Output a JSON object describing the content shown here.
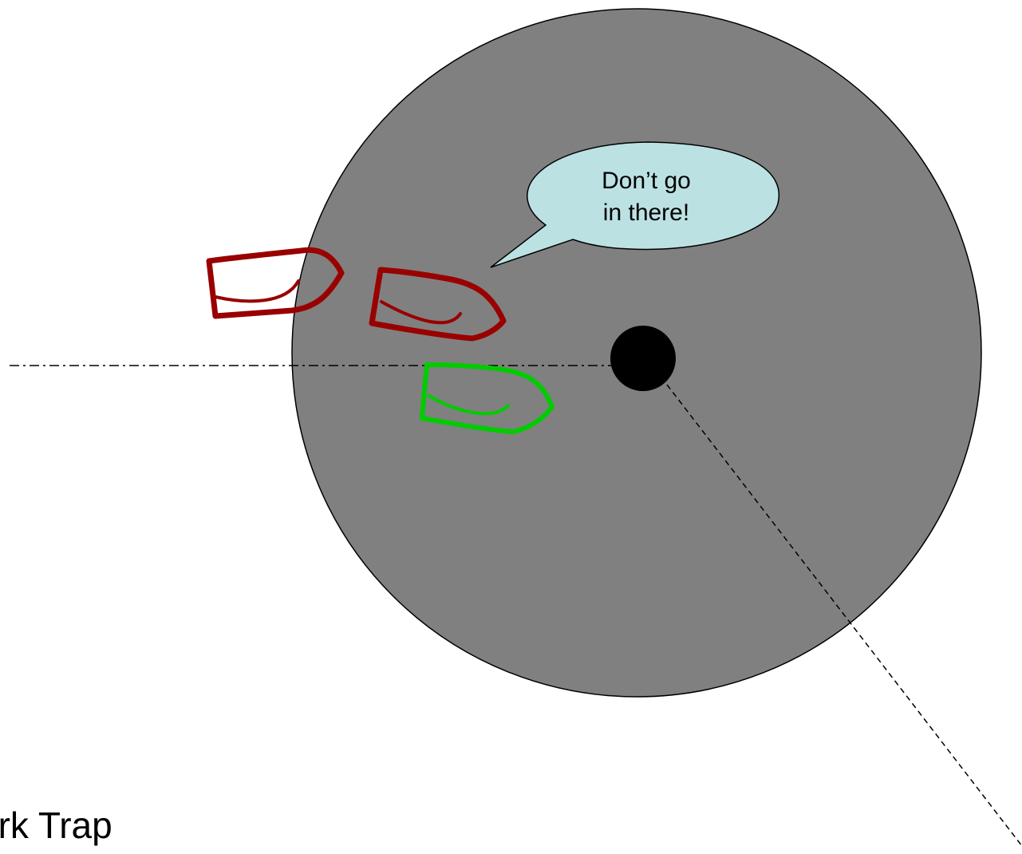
{
  "colors": {
    "zone_fill": "#808080",
    "mark": "#000000",
    "bubble_fill": "#bce1e3",
    "warned_boat": "#990000",
    "safe_boat": "#00cc00"
  },
  "icons": {
    "mark": "filled-circle",
    "boat": "boat-outline",
    "bubble": "speech-bubble"
  },
  "bubble": {
    "line1": "Don’t go",
    "line2": "in there!"
  },
  "caption": "ark Trap"
}
